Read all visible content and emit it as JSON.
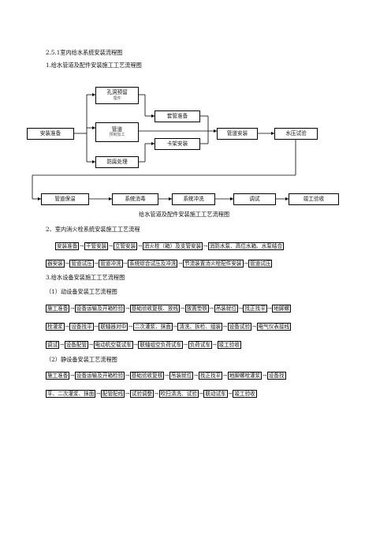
{
  "headings": {
    "section": "2.5.1室内给水系统安装流程图",
    "sub1": "1.给水管道及配件安装施工工艺流程图",
    "caption": "给水管道及配件安装施工工艺流程图",
    "fire": "2、室内消火栓系统安装施工工艺流程",
    "equip": "3.给水设备安装施工工艺流程图",
    "dynamic": "（1）动设备安装工艺流程图",
    "static": "（2）静设备安装工艺流程图"
  },
  "diagram": {
    "install_prep": "安装准备",
    "hole": "孔洞预留",
    "hole_sub": "埋件",
    "pipe": "管道",
    "pipe_sub": "预制加工",
    "anticorr": "防腐处理",
    "sleeve": "套管准备",
    "bracket": "卡架安装",
    "pipe_install": "管道安装",
    "pressure": "水压试验",
    "insulation": "管道保温",
    "disinfect": "系统消毒",
    "flush": "系统冲洗",
    "debug": "调试",
    "acceptance": "竣工验收"
  },
  "flows": {
    "fire": [
      [
        "安装准备",
        "干管安装",
        "立管安装",
        "消火栓（箱）及支管安装",
        "消防水泵、高位水箱、水泵结合"
      ],
      [
        "器安装",
        "管道试压",
        "管道冲洗",
        "系统综合试压及冲洗",
        "节流装置消火栓配件安装",
        "管道试压"
      ]
    ],
    "dynamic": [
      [
        "施工准备",
        "设备运输及开箱检验",
        "基础验收复核、放线",
        "放置垫铁",
        "吊装就位",
        "找正找平",
        "地脚螺"
      ],
      [
        "栓灌浆",
        "设备找平",
        "联轴器对中",
        "二次灌浆、抹面",
        "清洗、拆检、组装",
        "设备试验",
        "电气仪表接线"
      ],
      [
        "调试",
        "设备配管",
        "电动机空载试车",
        "联轴组空负荷试车",
        "负荷试车",
        "竣工验收"
      ]
    ],
    "static": [
      [
        "施工准备",
        "设备运输及开箱检验",
        "基础验收复核",
        "吊装就位",
        "找正找平",
        "地脚螺栓灌浆",
        "设备找"
      ],
      [
        "平、二次灌浆、抹面",
        "配管配线",
        "试验调整",
        "吹扫清洗、试验",
        "联动试车",
        "竣工验收"
      ]
    ]
  }
}
